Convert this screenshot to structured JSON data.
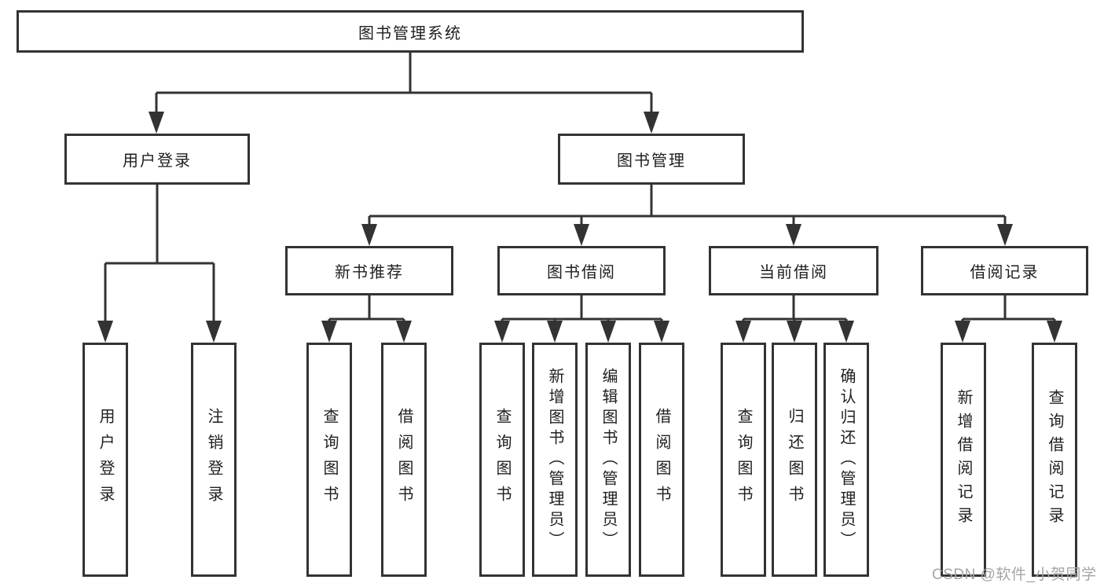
{
  "diagram": {
    "root": {
      "label": "图书管理系统"
    },
    "level2": [
      {
        "label": "用户登录"
      },
      {
        "label": "图书管理"
      }
    ],
    "level3": [
      {
        "label": "新书推荐"
      },
      {
        "label": "图书借阅"
      },
      {
        "label": "当前借阅"
      },
      {
        "label": "借阅记录"
      }
    ],
    "leaves": [
      [
        {
          "label": "用户登录"
        },
        {
          "label": "注销登录"
        }
      ],
      [
        {
          "label": "查询图书"
        },
        {
          "label": "借阅图书"
        }
      ],
      [
        {
          "label": "查询图书"
        },
        {
          "label": "新增图书（管理员）"
        },
        {
          "label": "编辑图书（管理员）"
        },
        {
          "label": "借阅图书"
        }
      ],
      [
        {
          "label": "查询图书"
        },
        {
          "label": "归还图书"
        },
        {
          "label": "确认归还（管理员）"
        }
      ],
      [
        {
          "label": "新增借阅记录"
        },
        {
          "label": "查询借阅记录"
        }
      ]
    ],
    "watermark": {
      "text": "CSDN @软件_小贺同学"
    },
    "colors": {
      "line": "#333333",
      "text": "#1f1f1f",
      "node_fill": "#ffffff",
      "background": "#ffffff",
      "watermark": "#a5a5a5"
    }
  }
}
